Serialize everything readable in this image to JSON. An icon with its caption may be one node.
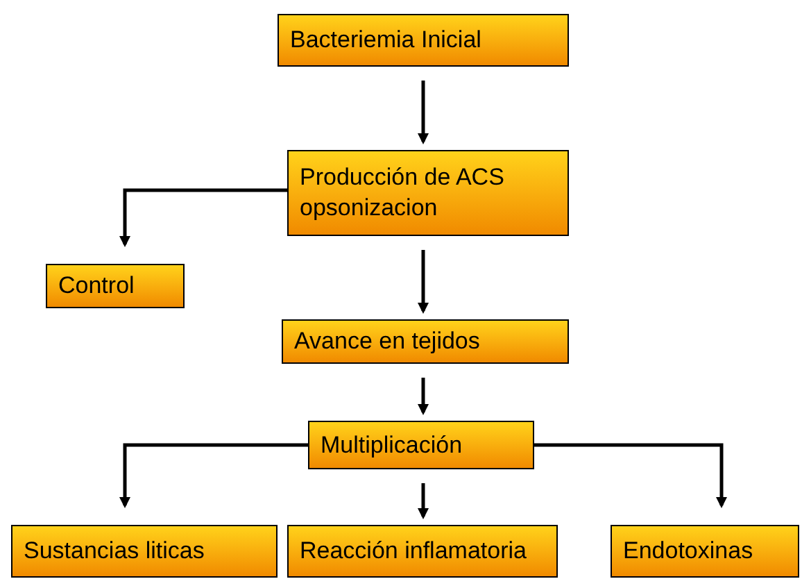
{
  "diagram": {
    "nodes": [
      {
        "text": [
          "Bacteriemia Inicial"
        ]
      },
      {
        "text": [
          "Producción de ACS opsonizacion"
        ]
      },
      {
        "text": [
          "Control"
        ]
      },
      {
        "text": [
          "Avance en tejidos"
        ]
      },
      {
        "text": [
          "Multiplicación"
        ]
      },
      {
        "text": [
          "Sustancias liticas"
        ]
      },
      {
        "text": [
          "Reacción inflamatoria"
        ]
      },
      {
        "text": [
          "Endotoxinas"
        ]
      }
    ],
    "edges": [
      {
        "from": 0,
        "to": 1,
        "arrow": "to"
      },
      {
        "from": 1,
        "to": 2,
        "arrow": "to"
      },
      {
        "from": 1,
        "to": 3,
        "arrow": "to"
      },
      {
        "from": 3,
        "to": 4,
        "arrow": "to"
      },
      {
        "from": 4,
        "to": 5,
        "arrow": "to"
      },
      {
        "from": 4,
        "to": 6,
        "arrow": "to"
      },
      {
        "from": 4,
        "to": 7,
        "arrow": "to"
      }
    ]
  }
}
